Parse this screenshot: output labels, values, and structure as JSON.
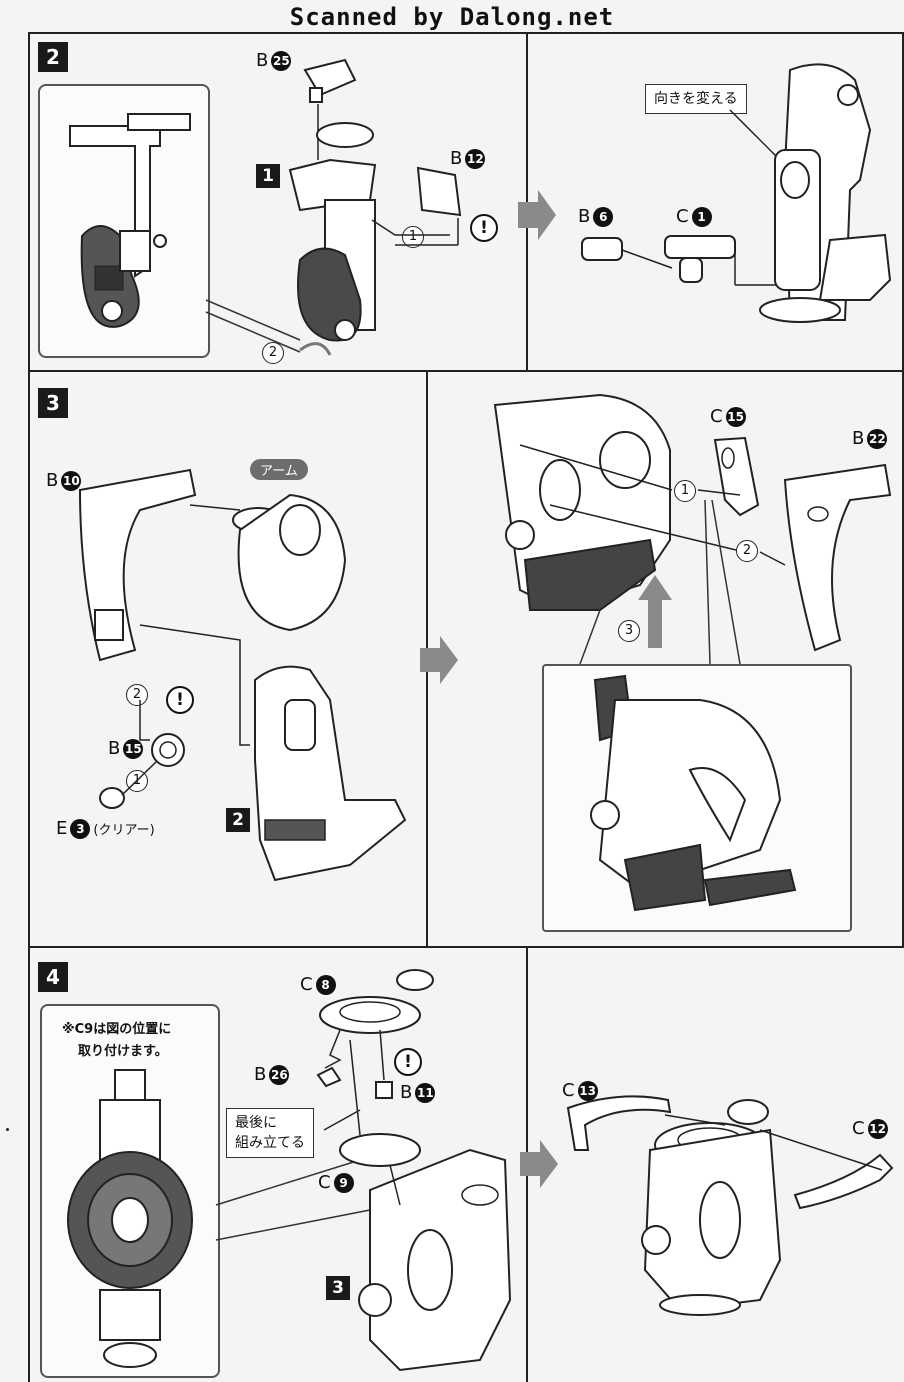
{
  "banner": "Scanned by Dalong.net",
  "steps": {
    "s2": {
      "no": "2",
      "sub": "1",
      "circle1": "1",
      "circle2": "2",
      "warn": "!",
      "partB25": {
        "letter": "B",
        "num": "25"
      },
      "partB12": {
        "letter": "B",
        "num": "12"
      },
      "partB6": {
        "letter": "B",
        "num": "6"
      },
      "partC1": {
        "letter": "C",
        "num": "1"
      },
      "note": "向きを変える"
    },
    "s3": {
      "no": "3",
      "sub": "2",
      "tag": "アーム",
      "warn": "!",
      "c1": "1",
      "c2": "2",
      "c1b": "1",
      "c2b": "2",
      "c3": "3",
      "partB10": {
        "letter": "B",
        "num": "10"
      },
      "partB15": {
        "letter": "B",
        "num": "15"
      },
      "partE3": {
        "letter": "E",
        "num": "3",
        "extra": "(クリアー)"
      },
      "partC15": {
        "letter": "C",
        "num": "15"
      },
      "partB22": {
        "letter": "B",
        "num": "22"
      }
    },
    "s4": {
      "no": "4",
      "sub": "3",
      "warn": "!",
      "inset_note_l1": "※C9は図の位置に",
      "inset_note_l2": "取り付けます。",
      "note_l1": "最後に",
      "note_l2": "組み立てる",
      "partC8": {
        "letter": "C",
        "num": "8"
      },
      "partB26": {
        "letter": "B",
        "num": "26"
      },
      "partB11": {
        "letter": "B",
        "num": "11"
      },
      "partC9": {
        "letter": "C",
        "num": "9"
      },
      "partC13": {
        "letter": "C",
        "num": "13"
      },
      "partC12": {
        "letter": "C",
        "num": "12"
      }
    }
  }
}
